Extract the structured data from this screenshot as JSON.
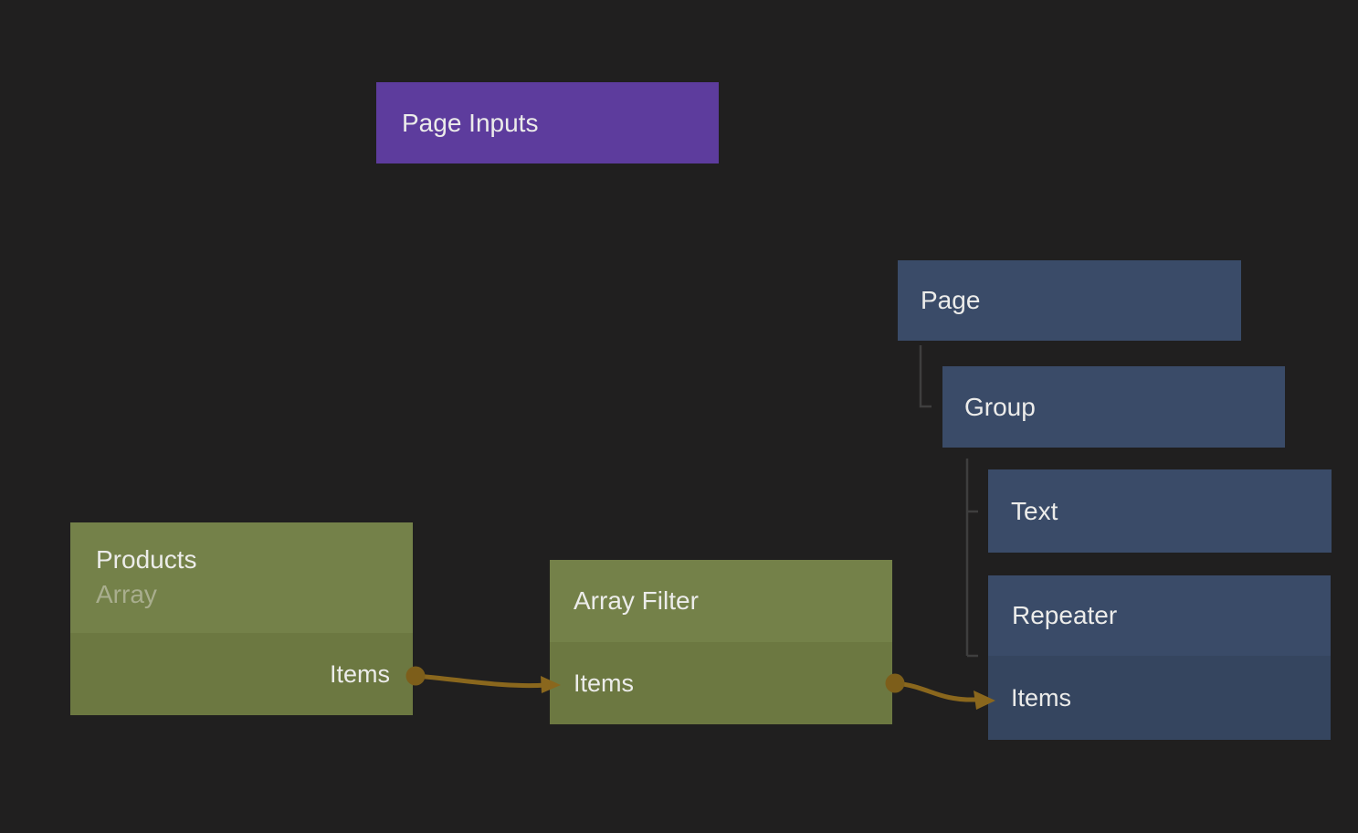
{
  "canvas": {
    "background": "#201F1F"
  },
  "colors": {
    "node_purple": "#5D3C9D",
    "node_blue_header": "#3A4B68",
    "node_blue_port_row": "#35455F",
    "node_green_header": "#748149",
    "node_green_port_row": "#6C7841",
    "connection_gold": "#8A671D",
    "port_dot_gold": "#7D5E1A",
    "tree_connector_gray": "#3E3E3E",
    "title_text": "#ECECEA",
    "subtitle_text": "#A9AE8E"
  },
  "nodes": {
    "page_inputs": {
      "title": "Page Inputs"
    },
    "page": {
      "title": "Page"
    },
    "group": {
      "title": "Group"
    },
    "text": {
      "title": "Text"
    },
    "repeater": {
      "title": "Repeater",
      "input_port_label": "Items"
    },
    "products": {
      "title": "Products",
      "subtitle": "Array",
      "output_port_label": "Items"
    },
    "array_filter": {
      "title": "Array Filter",
      "port_label": "Items"
    }
  },
  "hierarchy": [
    {
      "parent": "Page",
      "child": "Group"
    },
    {
      "parent": "Group",
      "child": "Text"
    },
    {
      "parent": "Group",
      "child": "Repeater"
    }
  ],
  "connections": [
    {
      "from_node": "Products",
      "from_port": "Items",
      "to_node": "Array Filter",
      "to_port": "Items"
    },
    {
      "from_node": "Array Filter",
      "from_port": "Items",
      "to_node": "Repeater",
      "to_port": "Items"
    }
  ]
}
